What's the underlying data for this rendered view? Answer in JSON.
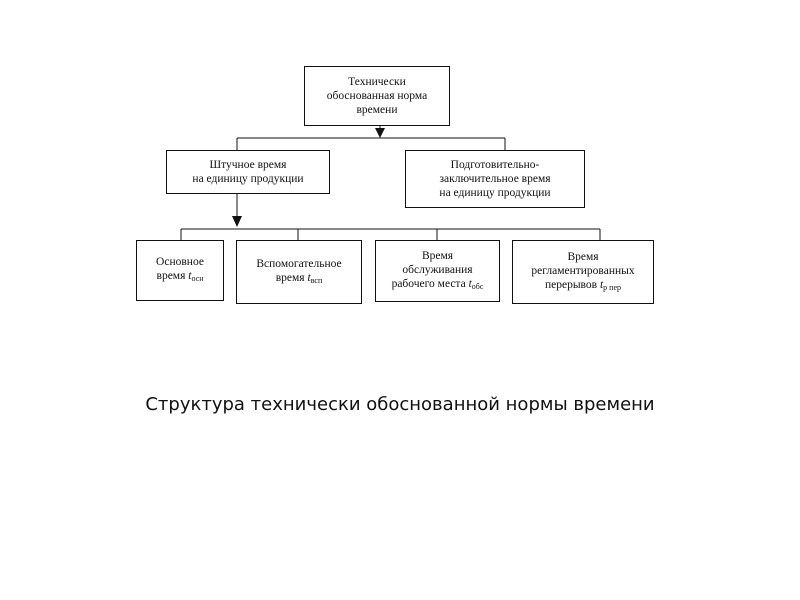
{
  "diagram": {
    "root": {
      "lines": [
        "Технически",
        "обоснованная норма",
        "времени"
      ]
    },
    "piece_time": {
      "lines": [
        "Штучное время",
        "на единицу продукции"
      ]
    },
    "prep_time": {
      "lines": [
        "Подготовительно-",
        "заключительное время",
        "на единицу продукции"
      ]
    },
    "main_time": {
      "lines": [
        "Основное",
        "время"
      ],
      "symbol": "t",
      "subscript": "осн"
    },
    "aux_time": {
      "lines": [
        "Вспомогательное",
        "время"
      ],
      "symbol": "t",
      "subscript": "всп"
    },
    "service_time": {
      "lines": [
        "Время",
        "обслуживания",
        "рабочего места"
      ],
      "symbol": "t",
      "subscript": "обс"
    },
    "breaks_time": {
      "lines": [
        "Время",
        "регламентированных",
        "перерывов"
      ],
      "symbol": "t",
      "subscript": "р пер"
    }
  },
  "caption": "Структура технически обоснованной нормы времени"
}
